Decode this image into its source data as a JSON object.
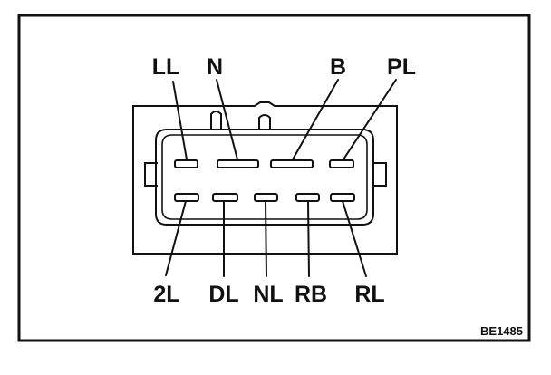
{
  "figure_code": "BE1485",
  "connector": {
    "top_row": [
      "LL",
      "N",
      "B",
      "PL"
    ],
    "bottom_row": [
      "2L",
      "DL",
      "NL",
      "RB",
      "RL"
    ]
  },
  "colors": {
    "line": "#111111",
    "background": "#ffffff"
  }
}
